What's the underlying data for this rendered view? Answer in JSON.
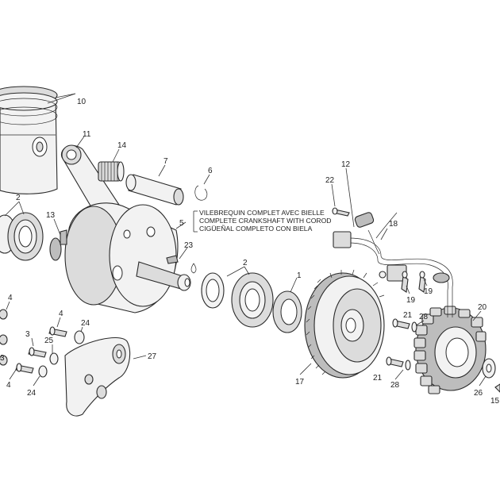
{
  "diagram": {
    "callouts": {
      "c10": "10",
      "c11": "11",
      "c14": "14",
      "c7": "7",
      "c6": "6",
      "c5": "5",
      "c23": "23",
      "c2a": "2",
      "c2b": "2",
      "c13": "13",
      "c1": "1",
      "c12": "12",
      "c22": "22",
      "c18": "18",
      "c19a": "19",
      "c19b": "19",
      "c20": "20",
      "c21a": "21",
      "c21b": "21",
      "c28a": "28",
      "c28b": "28",
      "c17": "17",
      "c26": "26",
      "c15": "15",
      "c27": "27",
      "c4a": "4",
      "c4b": "4",
      "c4c": "4",
      "c3a": "3",
      "c3b": "3",
      "c25": "25",
      "c24a": "24",
      "c24b": "24"
    },
    "note_lines": [
      "VILEBREQUIN COMPLET AVEC BIELLE",
      "COMPLETE CRANKSHAFT WITH COROD",
      "CIGÜEÑAL COMPLETO CON BIELA"
    ]
  }
}
